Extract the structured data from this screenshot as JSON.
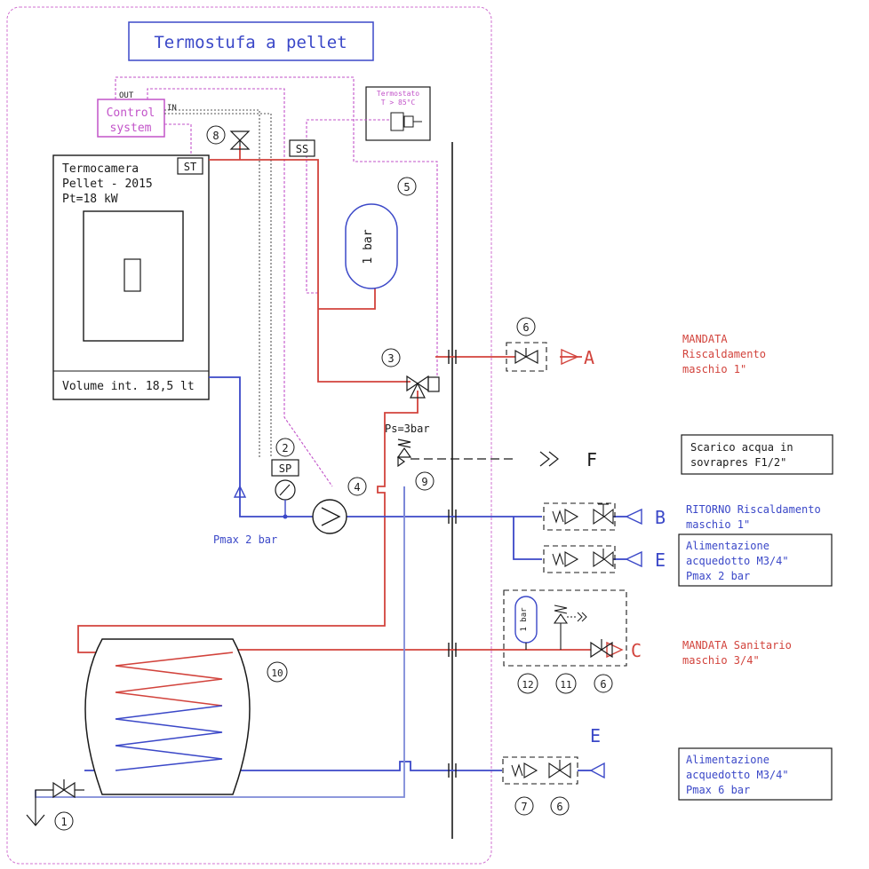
{
  "title": "Termostufa a pellet",
  "control_system": {
    "line1": "Control",
    "line2": "system",
    "out": "OUT",
    "in": "IN"
  },
  "termostato": {
    "line1": "Termostato",
    "line2": "T > 85°C"
  },
  "st": "ST",
  "ss": "SS",
  "sp": "SP",
  "termocamera": {
    "line1": "Termocamera",
    "line2": "Pellet - 2015",
    "line3": "Pt=18 kW",
    "volume": "Volume int. 18,5 lt"
  },
  "vessel_large": "1 bar",
  "vessel_small": "1 bar",
  "ps": "Ps=3bar",
  "pmax_pump": "Pmax 2 bar",
  "numbers": {
    "n1": "1",
    "n2": "2",
    "n3": "3",
    "n4": "4",
    "n5": "5",
    "n6a": "6",
    "n6b": "6",
    "n6c": "6",
    "n7": "7",
    "n8": "8",
    "n9": "9",
    "n10": "10",
    "n11": "11",
    "n12": "12"
  },
  "letters": {
    "A": "A",
    "B": "B",
    "C": "C",
    "E1": "E",
    "E2": "E",
    "F": "F"
  },
  "labels": {
    "mandata_risc": [
      "MANDATA",
      "Riscaldamento",
      "maschio 1\""
    ],
    "scarico": [
      "Scarico acqua in",
      "sovrapres F1/2\""
    ],
    "ritorno": [
      "RITORNO Riscaldamento",
      "maschio 1\""
    ],
    "alim1": [
      "Alimentazione",
      "acquedotto M3/4\"",
      "Pmax 2 bar"
    ],
    "mandata_sanit": [
      "MANDATA Sanitario",
      "maschio 3/4\""
    ],
    "alim2": [
      "Alimentazione",
      "acquedotto M3/4\"",
      "Pmax 6 bar"
    ]
  },
  "colors": {
    "hot": "#d2433c",
    "cold": "#3b48c8",
    "control": "#c253c9"
  }
}
